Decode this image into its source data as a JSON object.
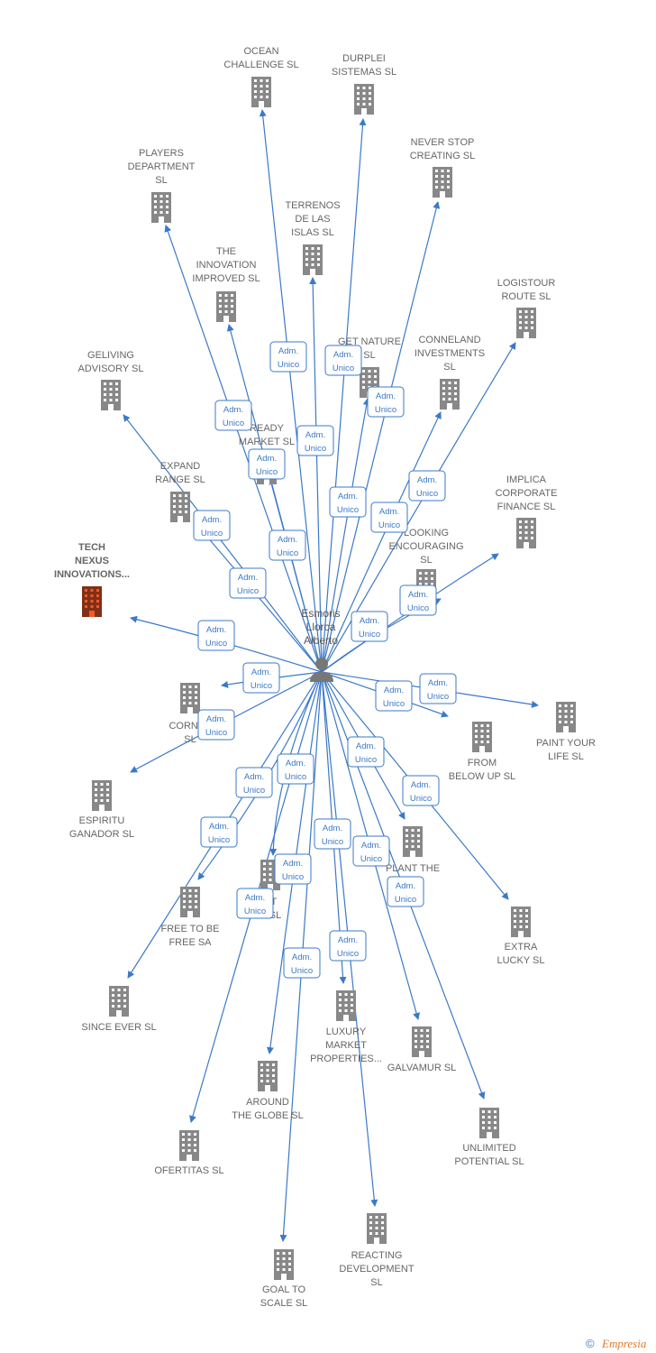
{
  "center": {
    "lines": [
      "Esmoris",
      "Llorca",
      "Alberto"
    ]
  },
  "edge_label": [
    "Adm.",
    "Unico"
  ],
  "colors": {
    "edge": "#3b79c8",
    "building": "#888888",
    "highlight": "#f05a28",
    "badge_border": "#3b79c8",
    "text": "#666666"
  },
  "companies": [
    {
      "name": "ocean-challenge",
      "lines": [
        "OCEAN",
        "CHALLENGE  SL"
      ]
    },
    {
      "name": "durplei-sistemas",
      "lines": [
        "DURPLEI",
        "SISTEMAS  SL"
      ]
    },
    {
      "name": "players-department",
      "lines": [
        "PLAYERS",
        "DEPARTMENT",
        "SL"
      ]
    },
    {
      "name": "never-stop-creating",
      "lines": [
        "NEVER STOP",
        "CREATING  SL"
      ]
    },
    {
      "name": "terrenos-de-las-islas",
      "lines": [
        "TERRENOS",
        "DE LAS",
        "ISLAS  SL"
      ]
    },
    {
      "name": "the-innovation-improved",
      "lines": [
        "THE",
        "INNOVATION",
        "IMPROVED  SL"
      ]
    },
    {
      "name": "logistour-route",
      "lines": [
        "LOGISTOUR",
        "ROUTE  SL"
      ]
    },
    {
      "name": "get-nature",
      "lines": [
        "GET NATURE",
        "SL"
      ]
    },
    {
      "name": "conneland-investments",
      "lines": [
        "CONNELAND",
        "INVESTMENTS",
        "SL"
      ]
    },
    {
      "name": "geliving-advisory",
      "lines": [
        "GELIVING",
        "ADVISORY  SL"
      ]
    },
    {
      "name": "ready-market",
      "lines": [
        "READY",
        "MARKET  SL"
      ]
    },
    {
      "name": "expand-range",
      "lines": [
        "EXPAND",
        "RANGE  SL"
      ]
    },
    {
      "name": "implica-corporate-finance",
      "lines": [
        "IMPLICA",
        "CORPORATE",
        "FINANCE  SL"
      ]
    },
    {
      "name": "looking-encouraging",
      "lines": [
        "LOOKING",
        "ENCOURAGING",
        "SL"
      ]
    },
    {
      "name": "tech-nexus-innovations",
      "lines": [
        "TECH",
        "NEXUS",
        "INNOVATIONS..."
      ],
      "highlight": true
    },
    {
      "name": "cornbar",
      "lines": [
        "CORNBA",
        "SL"
      ]
    },
    {
      "name": "paint-your-life",
      "lines": [
        "PAINT YOUR",
        "LIFE  SL"
      ]
    },
    {
      "name": "from-below-up",
      "lines": [
        "FROM",
        "BELOW UP  SL"
      ]
    },
    {
      "name": "espiritu-ganador",
      "lines": [
        "ESPIRITU",
        "GANADOR SL"
      ]
    },
    {
      "name": "plant-the",
      "lines": [
        "PLANT THE",
        "SL"
      ]
    },
    {
      "name": "smart",
      "lines": [
        "RT",
        "N  SL"
      ]
    },
    {
      "name": "free-to-be-free",
      "lines": [
        "FREE TO BE",
        "FREE SA"
      ]
    },
    {
      "name": "extra-lucky",
      "lines": [
        "EXTRA",
        "LUCKY  SL"
      ]
    },
    {
      "name": "since-ever",
      "lines": [
        "SINCE EVER  SL"
      ]
    },
    {
      "name": "luxury-market-properties",
      "lines": [
        "LUXURY",
        "MARKET",
        "PROPERTIES..."
      ]
    },
    {
      "name": "galvamur",
      "lines": [
        "GALVAMUR  SL"
      ]
    },
    {
      "name": "around-the-globe",
      "lines": [
        "AROUND",
        "THE GLOBE  SL"
      ]
    },
    {
      "name": "unlimited-potential",
      "lines": [
        "UNLIMITED",
        "POTENTIAL  SL"
      ]
    },
    {
      "name": "ofertitas",
      "lines": [
        "OFERTITAS  SL"
      ]
    },
    {
      "name": "reacting-development",
      "lines": [
        "REACTING",
        "DEVELOPMENT",
        "SL"
      ]
    },
    {
      "name": "goal-to-scale",
      "lines": [
        "GOAL TO",
        "SCALE  SL"
      ]
    }
  ],
  "footer": {
    "copyright": "©",
    "brand": "Empresia"
  }
}
